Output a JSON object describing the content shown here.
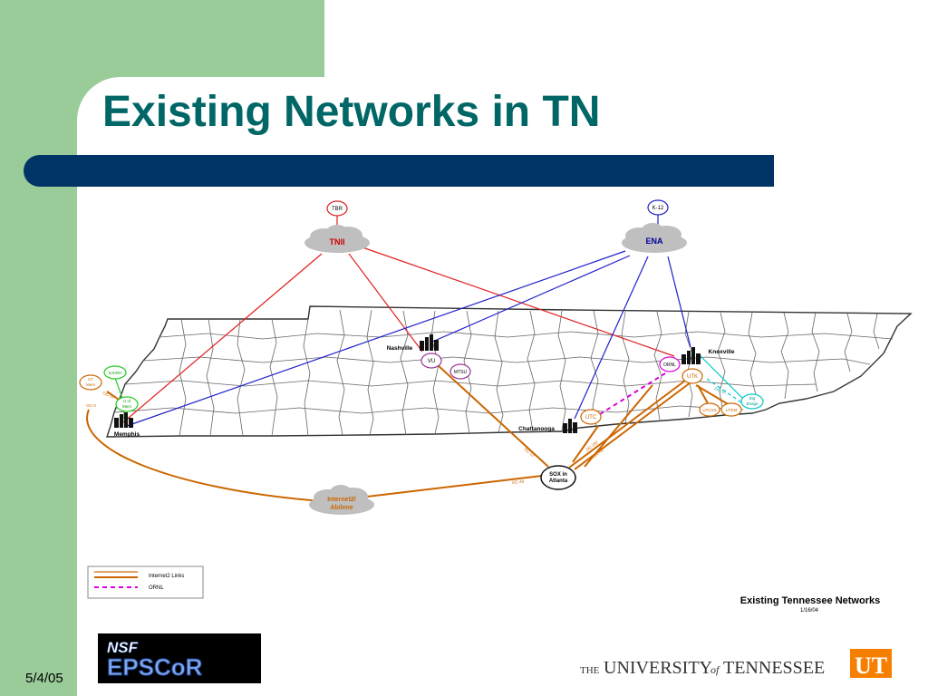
{
  "slide": {
    "title": "Existing Networks in TN",
    "date": "5/4/05"
  },
  "diagram": {
    "caption_title": "Existing Tennessee Networks",
    "caption_date": "1/16/04",
    "nodes": {
      "tbr": "TBR",
      "tnii": "TNII",
      "k12": "K-12",
      "ena": "ENA",
      "nashville": "Nashville",
      "knoxville": "Knoxville",
      "memphis": "Memphis",
      "chattanooga": "Chattanooga",
      "vu": "VU",
      "mtsu": "MTSU",
      "ornl": "ORNL",
      "utk": "UTK",
      "utc": "UTC",
      "ut_mem_1": "UT",
      "ut_mem_2": "Mem",
      "sjcrh": "SJCRH",
      "u_of_mem_1": "U of",
      "u_of_mem_2": "Mem",
      "utcss": "UTCSS",
      "utkm": "UTKM",
      "big_bridge_1": "Big",
      "big_bridge_2": "Bridge",
      "sox_1": "SOX in",
      "sox_2": "Atlanta",
      "internet2_1": "Internet2/",
      "internet2_2": "Abilene"
    },
    "link_labels": {
      "oc3": "OC-3",
      "oc12_vu": "OC-12",
      "oc48": "OC-48",
      "oc192": "OC-192",
      "oc12_utk": "OC-12",
      "oc12_big": "OC-12",
      "oc12_ut": "OC-12"
    },
    "legend": {
      "internet2": "Internet2 Links",
      "ornl": "ORNL"
    },
    "colors": {
      "tnii_links": "#e02020",
      "ena_links": "#2020cc",
      "internet2_links": "#cc6600",
      "ornl_links": "#dd00dd",
      "big_bridge_links": "#00c8c8",
      "green_nodes": "#22cc22"
    }
  },
  "logos": {
    "epscor_top": "NSF",
    "epscor_main": "EPSCoR",
    "ut_the": "THE",
    "ut_university": "UNIVERSITY",
    "ut_of": "of",
    "ut_tennessee": "TENNESSEE",
    "ut_mark": "UT"
  },
  "icons": {
    "city": "city-skyline-icon",
    "cloud": "cloud-icon"
  }
}
